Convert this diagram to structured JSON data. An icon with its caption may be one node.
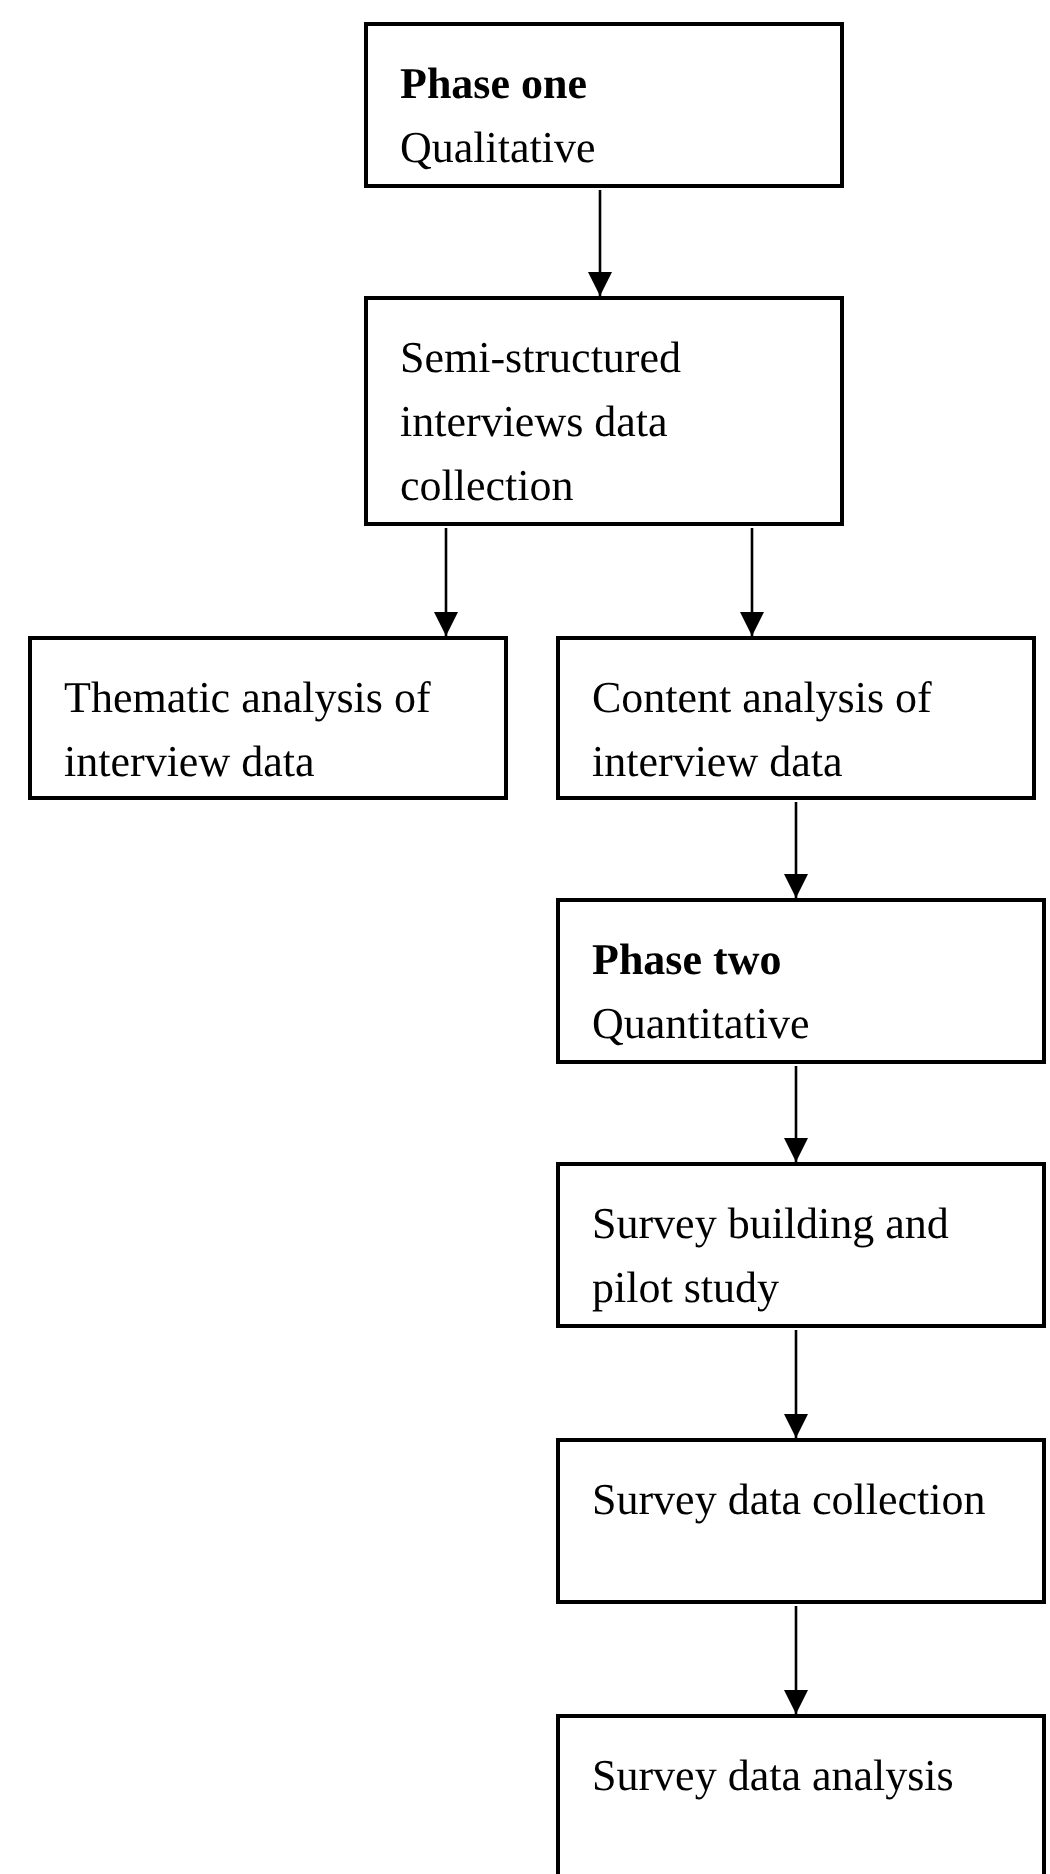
{
  "diagram": {
    "nodes": [
      {
        "text": [
          "Phase one",
          "Qualitative"
        ]
      },
      {
        "text": [
          "Semi-structured interviews data collection"
        ]
      },
      {
        "text": [
          "Thematic analysis of interview data"
        ]
      },
      {
        "text": [
          "Content analysis of interview data"
        ]
      },
      {
        "text": [
          "Phase two",
          "Quantitative"
        ]
      },
      {
        "text": [
          "Survey building and pilot study"
        ]
      },
      {
        "text": [
          "Survey data collection"
        ]
      },
      {
        "text": [
          "Survey data analysis"
        ]
      }
    ],
    "edges": [
      {
        "from": 0,
        "to": 1,
        "arrow": "to"
      },
      {
        "from": 1,
        "to": 2,
        "arrow": "to"
      },
      {
        "from": 1,
        "to": 3,
        "arrow": "to"
      },
      {
        "from": 3,
        "to": 4,
        "arrow": "to"
      },
      {
        "from": 4,
        "to": 5,
        "arrow": "to"
      },
      {
        "from": 5,
        "to": 6,
        "arrow": "to"
      },
      {
        "from": 6,
        "to": 7,
        "arrow": "to"
      }
    ]
  }
}
